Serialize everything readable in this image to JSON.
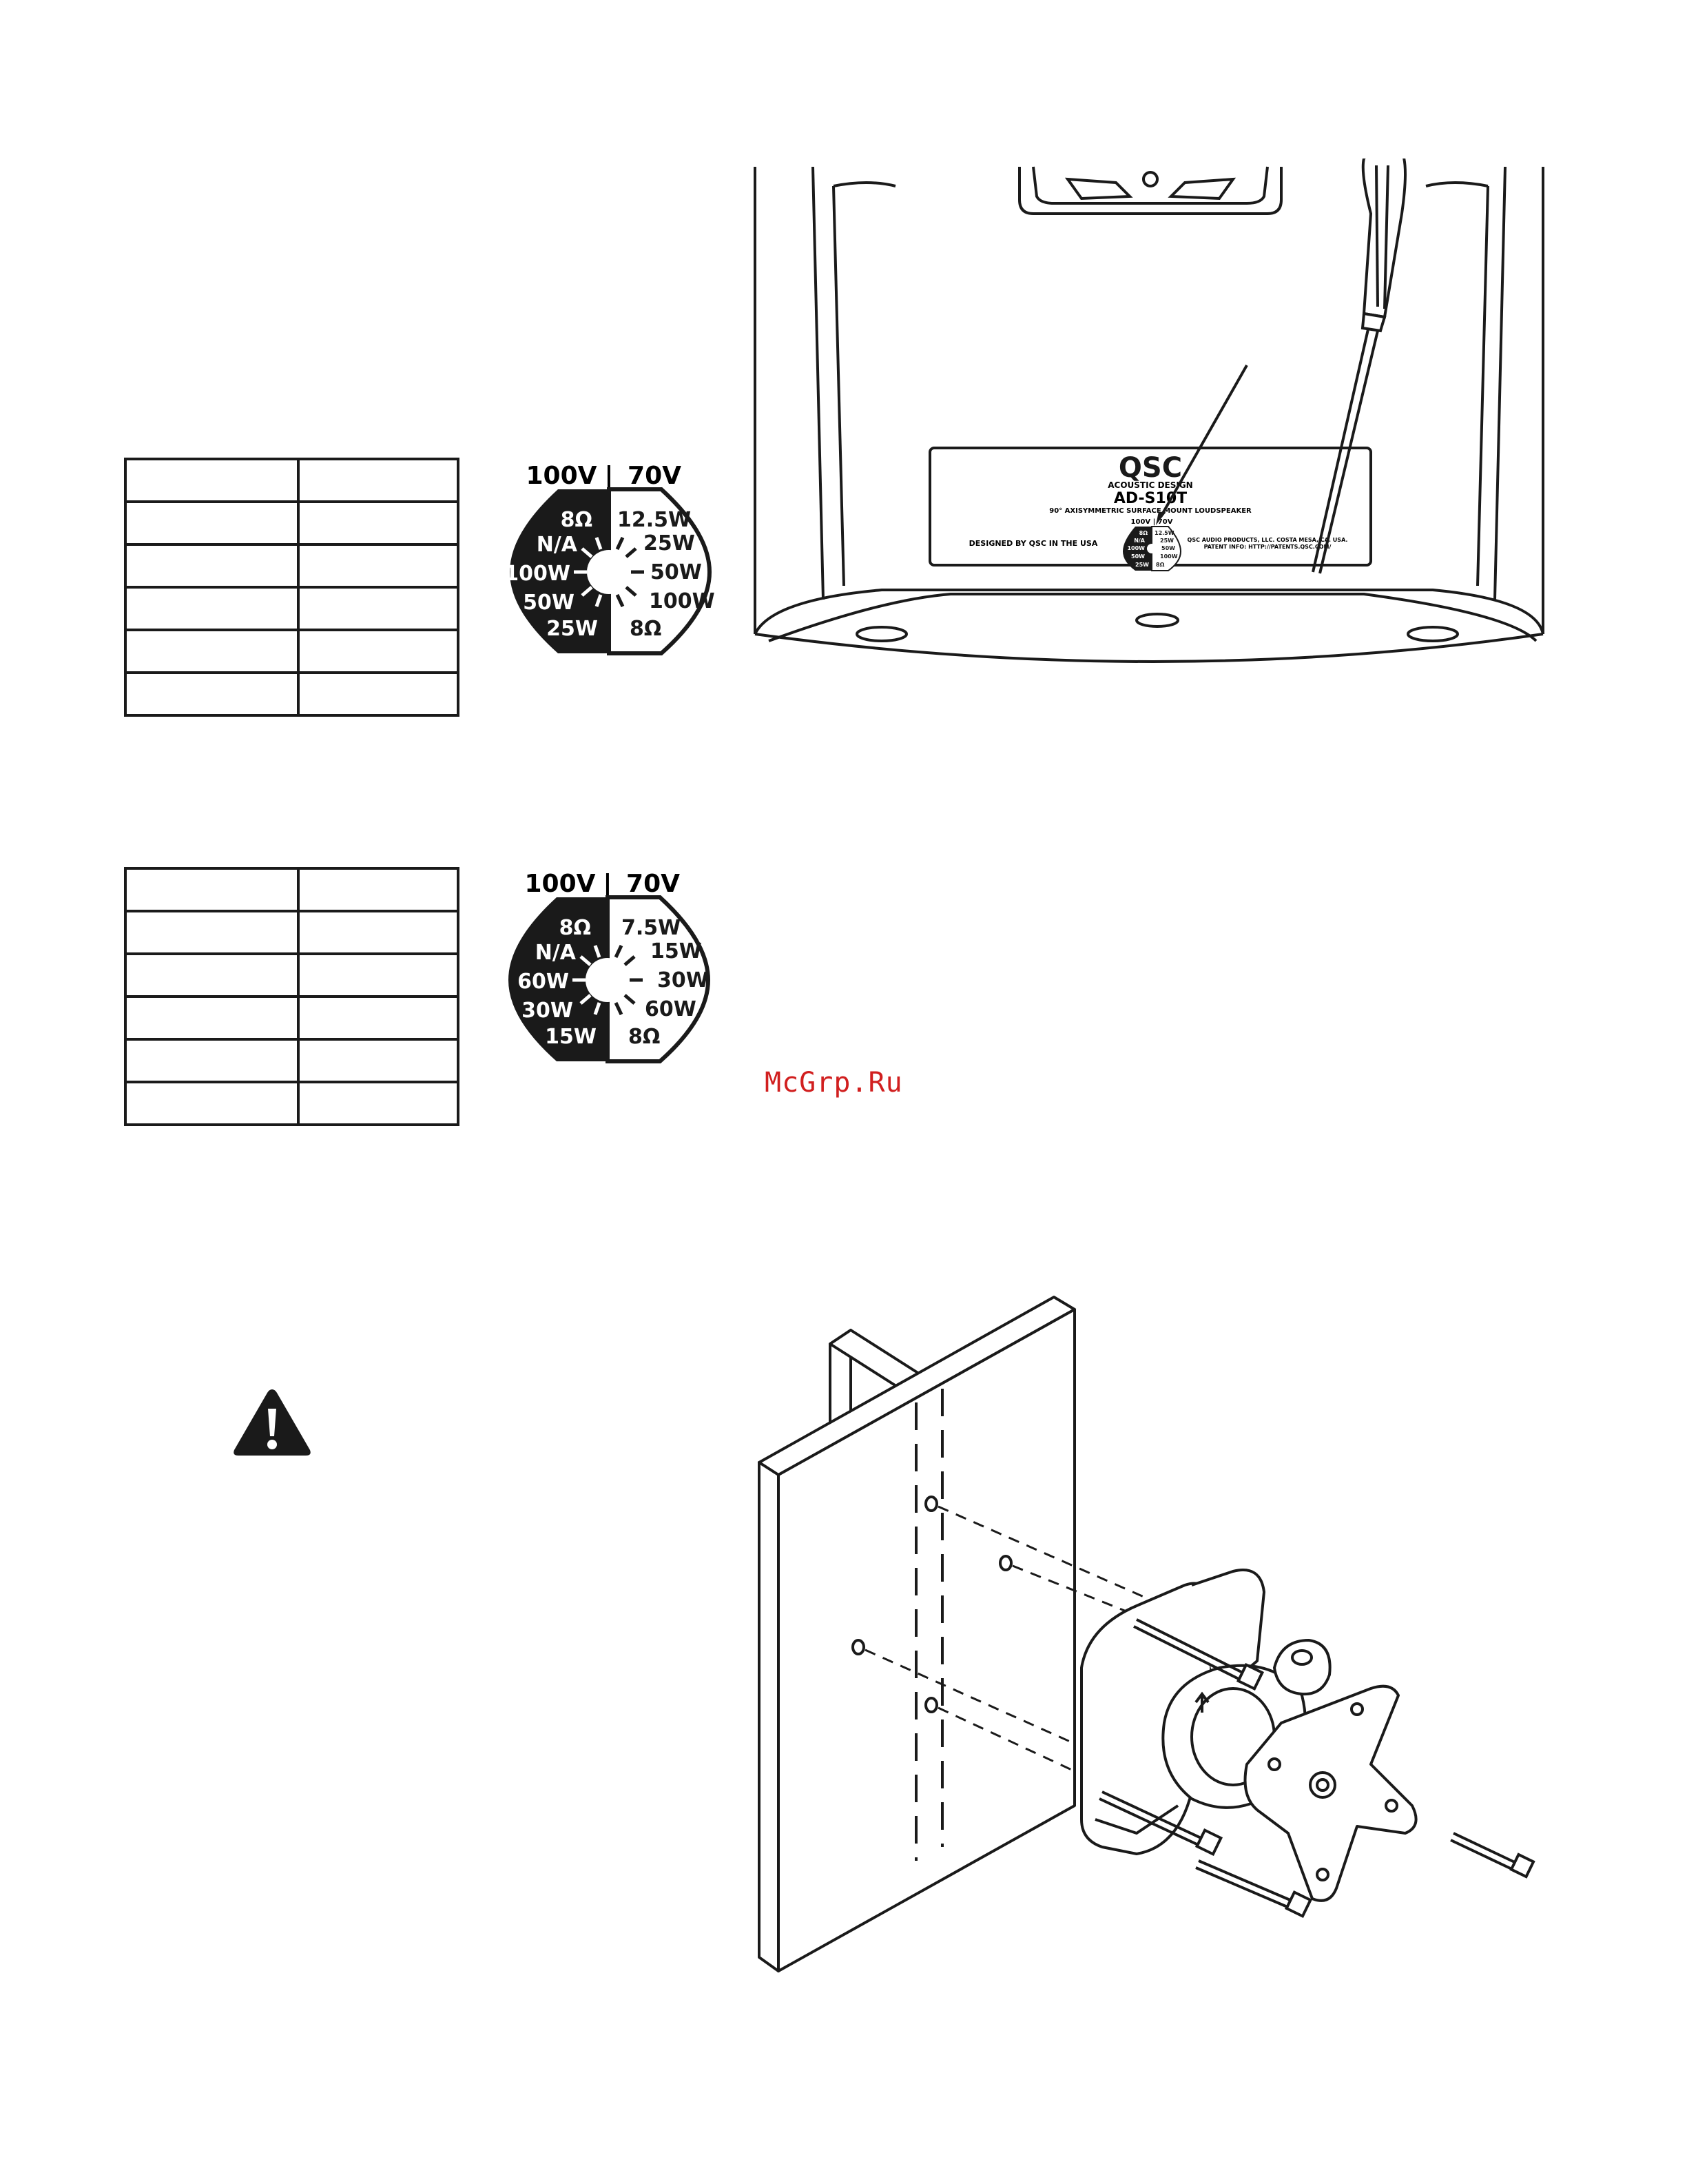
{
  "colors": {
    "ink": "#1a1a1a",
    "paper": "#ffffff",
    "watermark": "#d11f1f"
  },
  "dial_large": {
    "header_left": "100V",
    "header_sep": "|",
    "header_right": "70V",
    "left_labels": [
      "8Ω",
      "N/A",
      "100W",
      "50W",
      "25W"
    ],
    "right_labels": [
      "12.5W",
      "25W",
      "50W",
      "100W",
      "8Ω"
    ]
  },
  "dial_small": {
    "header_left": "100V",
    "header_sep": "|",
    "header_right": "70V",
    "left_labels": [
      "8Ω",
      "N/A",
      "60W",
      "30W",
      "15W"
    ],
    "right_labels": [
      "7.5W",
      "15W",
      "30W",
      "60W",
      "8Ω"
    ]
  },
  "speaker_label": {
    "brand": "QSC",
    "subtitle": "ACOUSTIC DESIGN",
    "model": "AD-S10T",
    "description": "90° AXISYMMETRIC SURFACE MOUNT LOUDSPEAKER",
    "designed": "DESIGNED BY QSC IN THE USA",
    "address": "QSC AUDIO PRODUCTS, LLC. COSTA MESA, CA. USA.",
    "patent": "PATENT INFO: HTTP://PATENTS.QSC.COM/",
    "mini_header": "100V | 70V",
    "mini_left": [
      "8Ω",
      "N/A",
      "100W",
      "50W",
      "25W"
    ],
    "mini_right": [
      "12.5W",
      "25W",
      "50W",
      "100W",
      "8Ω"
    ]
  },
  "warning_icon": "warning-triangle-icon",
  "watermark": "McGrp.Ru"
}
